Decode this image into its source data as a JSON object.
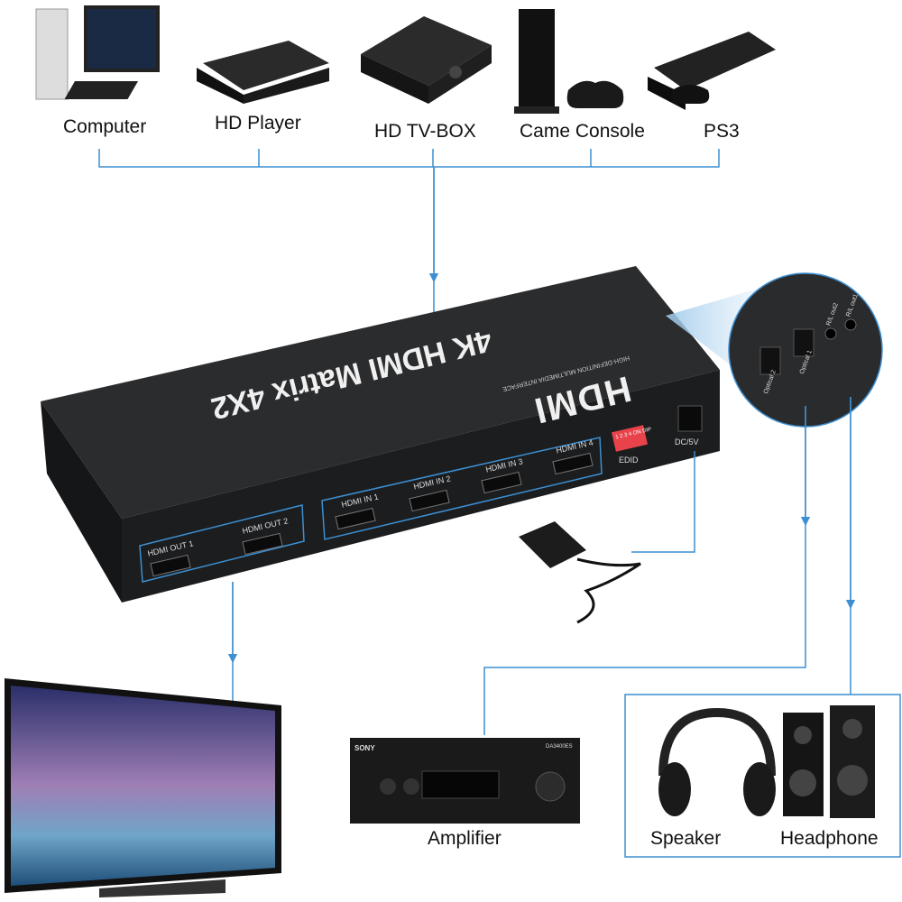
{
  "sources": [
    {
      "label": "Computer"
    },
    {
      "label": "HD Player"
    },
    {
      "label": "HD TV-BOX"
    },
    {
      "label": "Came Console"
    },
    {
      "label": "PS3"
    }
  ],
  "device": {
    "title": "4K HDMI Matrix 4X2",
    "logo": "HDMI",
    "logo_sub": "HIGH-DEFINITION MULTIMEDIA INTERFACE",
    "inputs": [
      "HDMI IN 1",
      "HDMI IN 2",
      "HDMI IN 3",
      "HDMI IN 4"
    ],
    "outputs": [
      "HDMI OUT 1",
      "HDMI OUT 2"
    ],
    "edid_label": "EDID",
    "dip_label": "1 2 3 4 ON DIP",
    "power_label": "DC/5V",
    "rear_ports": [
      "Optical 2",
      "Optical 1",
      "R/L out2",
      "R/L out1"
    ]
  },
  "amplifier": {
    "brand": "SONY",
    "model": "DA3400ES"
  },
  "sinks": [
    {
      "label": "Amplifier"
    },
    {
      "label": "Speaker"
    },
    {
      "label": "Headphone"
    }
  ],
  "colors": {
    "line": "#3d8fd1",
    "device": "#1e1f21"
  }
}
